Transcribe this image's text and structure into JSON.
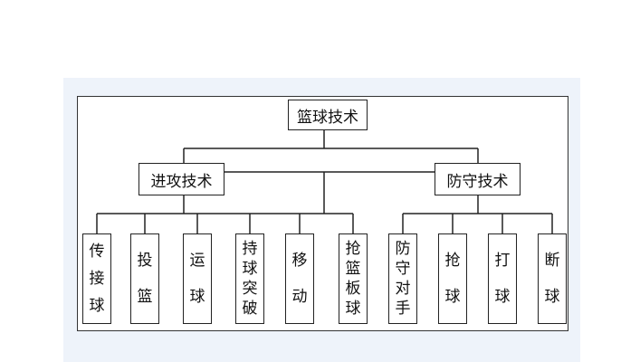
{
  "diagram": {
    "root": "篮球技术",
    "groups": [
      {
        "label": "进攻技术",
        "leaves": [
          "传接球",
          "投篮",
          "运球",
          "持球突破"
        ]
      },
      {
        "label": "防守技术",
        "leaves": [
          "抢篮板球",
          "防守对手",
          "抢球",
          "打球",
          "断球"
        ]
      }
    ],
    "shared_leaf": "移动"
  }
}
